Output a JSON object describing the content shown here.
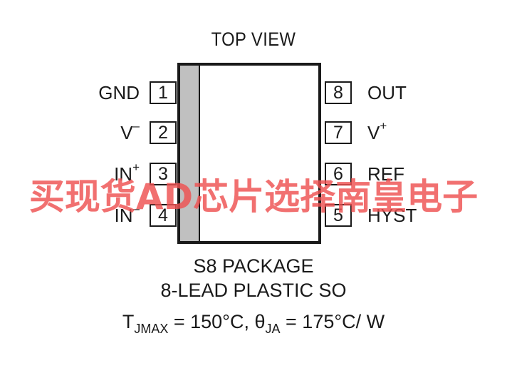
{
  "title": "TOP VIEW",
  "pins": [
    {
      "number": "1",
      "label": "GND",
      "sup": ""
    },
    {
      "number": "2",
      "label": "V",
      "sup": "–"
    },
    {
      "number": "3",
      "label": "IN",
      "sup": "+"
    },
    {
      "number": "4",
      "label": "IN",
      "sup": "–"
    },
    {
      "number": "5",
      "label": "HYST",
      "sup": ""
    },
    {
      "number": "6",
      "label": "REF",
      "sup": ""
    },
    {
      "number": "7",
      "label": "V",
      "sup": "+"
    },
    {
      "number": "8",
      "label": "OUT",
      "sup": ""
    }
  ],
  "package": {
    "line1": "S8 PACKAGE",
    "line2": "8-LEAD PLASTIC SO"
  },
  "thermal": {
    "t_symbol": "T",
    "t_sub": "JMAX",
    "t_value": " = 150°C, ",
    "theta_symbol": "θ",
    "theta_sub": "JA",
    "theta_value": " = 175°C/ W"
  },
  "watermark": "买现货AD芯片选择南皇电子"
}
